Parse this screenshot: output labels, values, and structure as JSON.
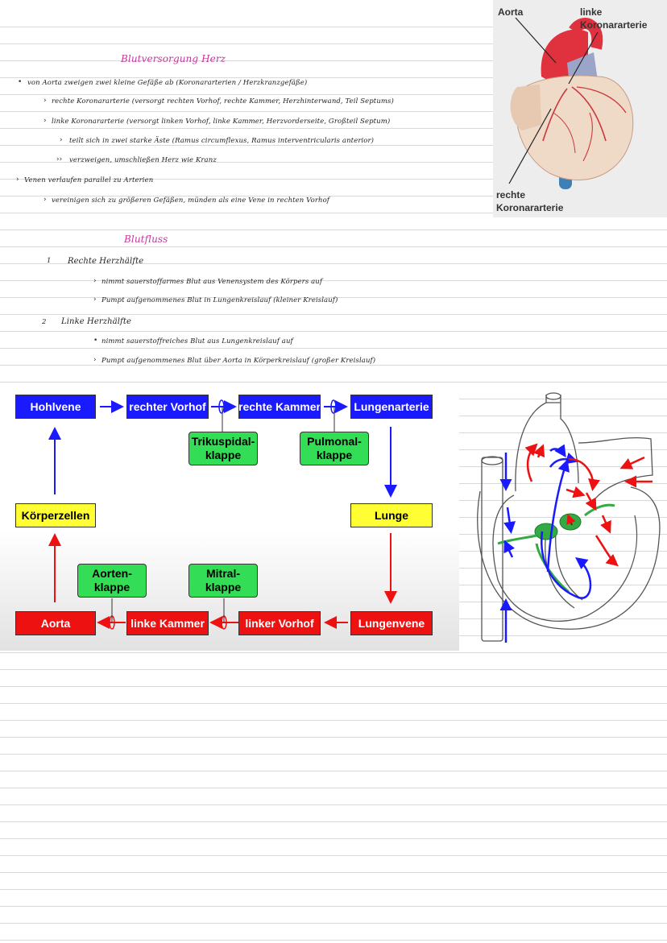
{
  "notes": {
    "title1": "Blutversorgung Herz",
    "lines1": [
      "von Aorta zweigen zwei kleine Gefäße ab (Koronararterien / Herzkranzgefäße)",
      "rechte Koronararterie (versorgt rechten Vorhof, rechte Kammer, Herzhinterwand, Teil Septums)",
      "linke Koronararterie (versorgt linken Vorhof, linke Kammer, Herzvorderseite, Großteil Septum)",
      "teilt sich in zwei starke Äste (Ramus circumflexus, Ramus interventricularis anterior)",
      "verzweigen, umschließen Herz wie Kranz",
      "Venen verlaufen parallel zu Arterien",
      "vereinigen sich zu größeren Gefäßen, münden als eine Vene in rechten Vorhof"
    ],
    "title2": "Blutfluss",
    "num1": "1",
    "section1": "Rechte Herzhälfte",
    "s1_items": [
      "nimmt sauerstoffarmes Blut aus Venensystem des Körpers auf",
      "Pumpt aufgenommenes Blut in Lungenkreislauf (kleiner Kreislauf)"
    ],
    "num2": "2",
    "section2": "Linke Herzhälfte",
    "s2_items": [
      "nimmt sauerstoffreiches Blut aus Lungenkreislauf auf",
      "Pumpt aufgenommenes Blut über Aorta in Körperkreislauf (großer Kreislauf)"
    ]
  },
  "heart_image": {
    "label_aorta": "Aorta",
    "label_linke_1": "linke",
    "label_linke_2": "Koronararterie",
    "label_rechte_1": "rechte",
    "label_rechte_2": "Koronararterie"
  },
  "flow": {
    "hohlvene": "Hohlvene",
    "rechter_vorhof": "rechter Vorhof",
    "rechte_kammer": "rechte Kammer",
    "lungenarterie": "Lungenarterie",
    "trikuspidal_1": "Trikuspidal-",
    "trikuspidal_2": "klappe",
    "pulmonal_1": "Pulmonal-",
    "pulmonal_2": "klappe",
    "koerperzellen": "Körperzellen",
    "lunge": "Lunge",
    "aorten_1": "Aorten-",
    "aorten_2": "klappe",
    "mitral_1": "Mitral-",
    "mitral_2": "klappe",
    "aorta": "Aorta",
    "linke_kammer": "linke Kammer",
    "linker_vorhof": "linker Vorhof",
    "lungenvene": "Lungenvene",
    "colors": {
      "blue": "#1a1aff",
      "red": "#ee1111",
      "yellow": "#ffff33",
      "green": "#33dd55"
    }
  }
}
